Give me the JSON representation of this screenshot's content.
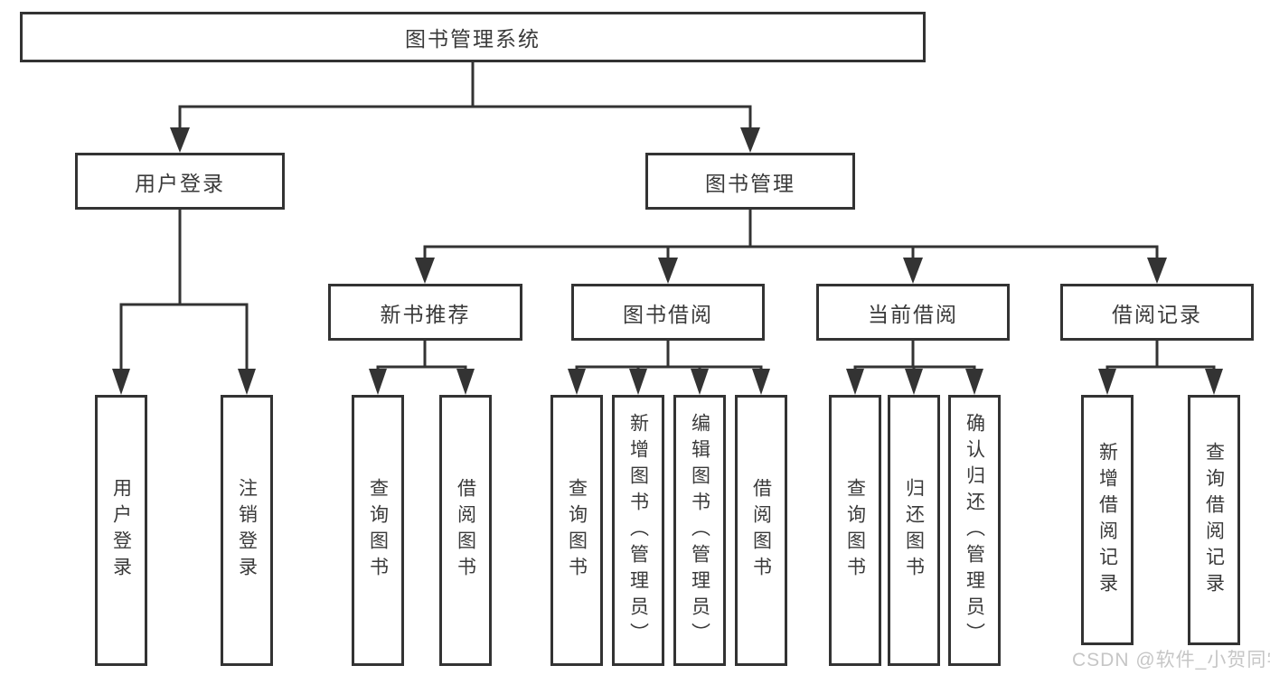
{
  "tree": {
    "label": "图书管理系统",
    "children": [
      {
        "label": "用户登录",
        "children": [
          {
            "label": "用户登录"
          },
          {
            "label": "注销登录"
          }
        ]
      },
      {
        "label": "图书管理",
        "children": [
          {
            "label": "新书推荐",
            "children": [
              {
                "label": "查询图书"
              },
              {
                "label": "借阅图书"
              }
            ]
          },
          {
            "label": "图书借阅",
            "children": [
              {
                "label": "查询图书"
              },
              {
                "label": "新增图书（管理员）"
              },
              {
                "label": "编辑图书（管理员）"
              },
              {
                "label": "借阅图书"
              }
            ]
          },
          {
            "label": "当前借阅",
            "children": [
              {
                "label": "查询图书"
              },
              {
                "label": "归还图书"
              },
              {
                "label": "确认归还（管理员）"
              }
            ]
          },
          {
            "label": "借阅记录",
            "children": [
              {
                "label": "新增借阅记录"
              },
              {
                "label": "查询借阅记录"
              }
            ]
          }
        ]
      }
    ]
  },
  "watermark": "CSDN @软件_小贺同学",
  "colors": {
    "line": "#333333",
    "text": "#3a3a3a",
    "watermark": "#c6c6c6",
    "background": "#ffffff"
  }
}
